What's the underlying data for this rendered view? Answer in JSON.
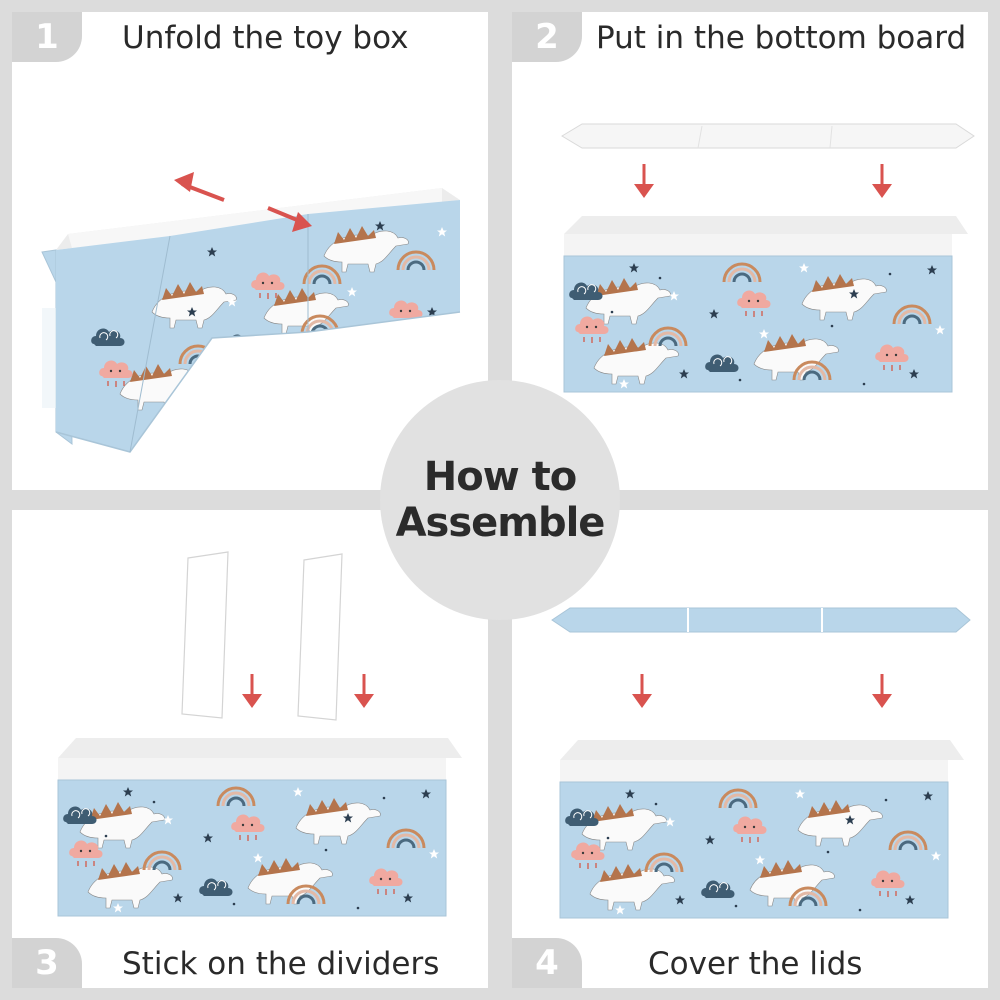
{
  "center": {
    "line1": "How to",
    "line2": "Assemble"
  },
  "steps": [
    {
      "number": "1",
      "title": "Unfold the toy box"
    },
    {
      "number": "2",
      "title": "Put in the bottom board"
    },
    {
      "number": "3",
      "title": "Stick on the dividers"
    },
    {
      "number": "4",
      "title": "Cover the lids"
    }
  ],
  "colors": {
    "panel_bg": "#ffffff",
    "gutter": "#dcdcdc",
    "badge": "#d3d3d3",
    "fabric": "#b9d6ea",
    "arrow": "#d9534f",
    "dino_spikes": "#b4744c",
    "cloud_pink": "#f0a9a0",
    "cloud_navy": "#3f5d73"
  },
  "icons": [
    "down-arrow-icon",
    "double-arrow-icon",
    "dinosaur-icon",
    "rainbow-icon",
    "cloud-icon",
    "star-icon"
  ]
}
